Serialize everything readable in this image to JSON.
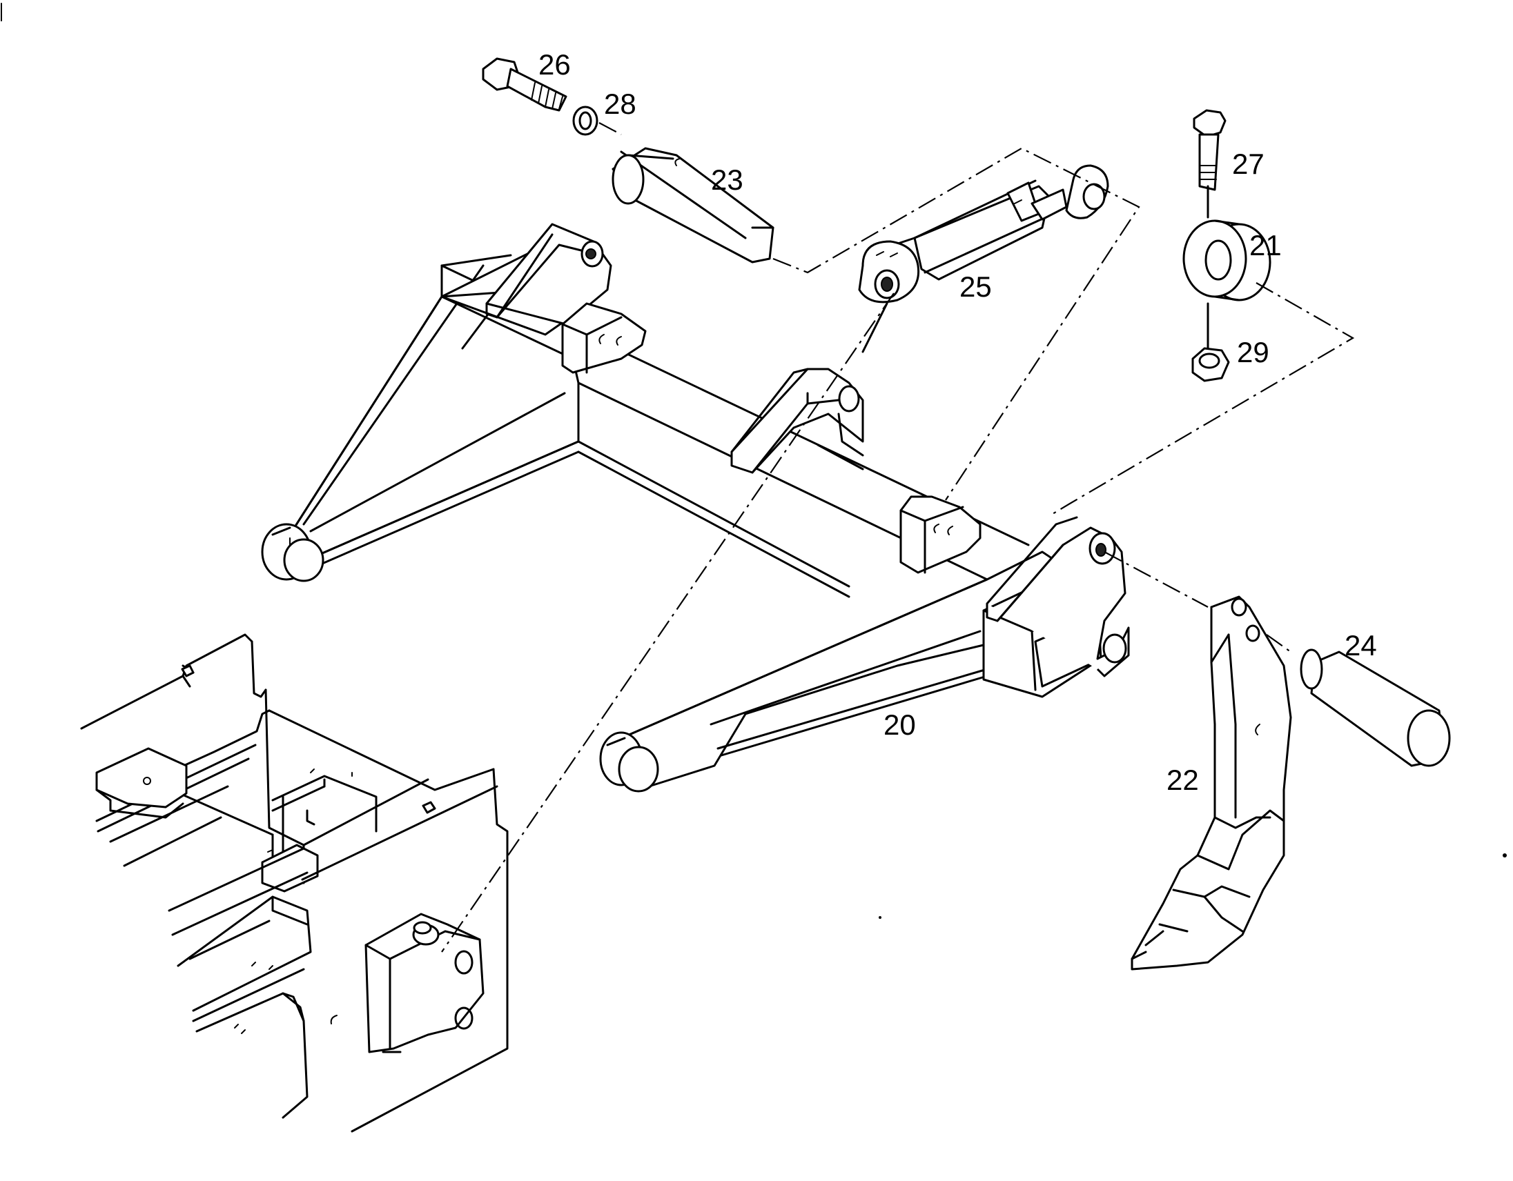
{
  "callouts": {
    "p20": "20",
    "p21": "21",
    "p22": "22",
    "p23": "23",
    "p24": "24",
    "p25": "25",
    "p26": "26",
    "p27": "27",
    "p28": "28",
    "p29": "29"
  }
}
